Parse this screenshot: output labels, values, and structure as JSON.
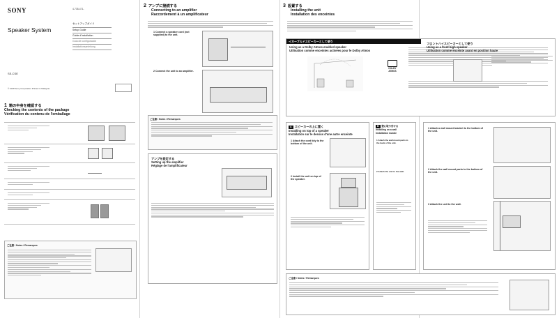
{
  "brand": "SONY",
  "model_code": "4-735-471-",
  "cover": {
    "title": "Speaker System",
    "guides": [
      "セットアップガイド",
      "Setup Guide",
      "Guide d'installation",
      "Guía de configuración",
      "Installationsanleitung"
    ],
    "model": "SS-CSE",
    "copyright": "© 2018 Sony Corporation  Printed in Malaysia"
  },
  "sections": {
    "s1": {
      "num": "1",
      "jp": "箱の中身を確認する",
      "en": "Checking the contents of the package",
      "fr": "Vérification du contenu de l'emballage"
    },
    "s2": {
      "num": "2",
      "jp": "アンプに接続する",
      "en": "Connecting to an amplifier",
      "fr": "Raccordement à un amplificateur"
    },
    "s3": {
      "num": "3",
      "jp": "設置する",
      "en": "Installing the unit",
      "fr": "Installation des enceintes"
    }
  },
  "panels": {
    "amp_setup": {
      "jp": "アンプを設定する",
      "en": "Setting up the amplifier",
      "fr": "Réglage de l'amplificateur"
    },
    "dolby": {
      "jp": "イネーブルドスピーカーとして使う",
      "en": "Using as a Dolby Atmos-enabled speaker",
      "fr": "Utilisation comme enceintes activées pour le Dolby Atmos",
      "logo_top": "DOLBY",
      "logo_bottom": "ATMOS"
    },
    "front_high": {
      "jp": "フロントハイスピーカーとして使う",
      "en": "Using as a front high speaker",
      "fr": "Utilisation comme enceinte avant en position haute"
    },
    "on_top": {
      "tag": "A",
      "jp": "スピーカーの上に置く",
      "en": "Installing on top of a speaker",
      "fr": "Installation sur le dessus d'une autre enceinte"
    },
    "wall": {
      "tag": "B",
      "jp": "壁に取り付ける",
      "en": "Installing on a wall",
      "fr": "Installation murale"
    }
  },
  "steps": {
    "s2_1": {
      "num": "1",
      "text": "Connect a speaker cord (not supplied) to the unit."
    },
    "s2_2": {
      "num": "2",
      "text": "Connect the unit to an amplifier."
    },
    "a_1": {
      "num": "1",
      "text": "Attach the cord tidy to the bottom of the unit."
    },
    "a_2": {
      "num": "2",
      "text": "Install the unit on top of the speaker."
    },
    "b_1": {
      "num": "1",
      "text": "Attach the wall mount parts to the back of the unit."
    },
    "b_2": {
      "num": "2",
      "text": "Attach the unit to the wall."
    },
    "fh_1": {
      "num": "1",
      "text": "Attach a wall mount bracket to the bottom of the unit."
    },
    "fh_2": {
      "num": "2",
      "text": "Attach the wall mount parts to the bottom of the unit."
    },
    "fh_3": {
      "num": "3",
      "text": "Attach the unit to the wall."
    }
  },
  "notes_label": "ご注意 / Notes / Remarques"
}
